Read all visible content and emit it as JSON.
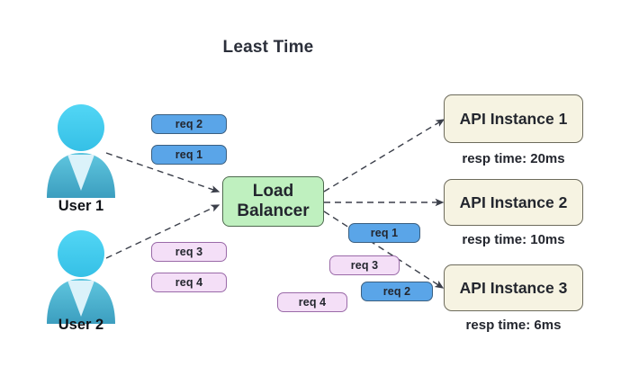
{
  "title": "Least Time",
  "colors": {
    "request_blue": "#5AA5E8",
    "request_pink": "#F4DFF7",
    "load_balancer_green": "#BFF0BF",
    "api_instance_cream": "#F6F3E2",
    "user_head_cyan": "#45CDEE",
    "user_body_teal": "#4FB8D6",
    "arrow_gray": "#3b3f4a",
    "text_dark": "#23262e"
  },
  "users": [
    {
      "id": "user-1",
      "label": "User 1"
    },
    {
      "id": "user-2",
      "label": "User 2"
    }
  ],
  "queued_requests": {
    "user1": [
      {
        "label": "req 2",
        "color": "blue"
      },
      {
        "label": "req 1",
        "color": "blue"
      }
    ],
    "user2": [
      {
        "label": "req 3",
        "color": "pink"
      },
      {
        "label": "req 4",
        "color": "pink"
      }
    ]
  },
  "load_balancer": {
    "line1": "Load",
    "line2": "Balancer"
  },
  "in_flight_requests": [
    {
      "label": "req 1",
      "color": "blue"
    },
    {
      "label": "req 3",
      "color": "pink"
    },
    {
      "label": "req 4",
      "color": "pink"
    },
    {
      "label": "req 2",
      "color": "blue"
    }
  ],
  "api_instances": [
    {
      "name": "API Instance 1",
      "resp_time": "resp time: 20ms"
    },
    {
      "name": "API Instance 2",
      "resp_time": "resp time: 10ms"
    },
    {
      "name": "API Instance 3",
      "resp_time": "resp time: 6ms"
    }
  ]
}
